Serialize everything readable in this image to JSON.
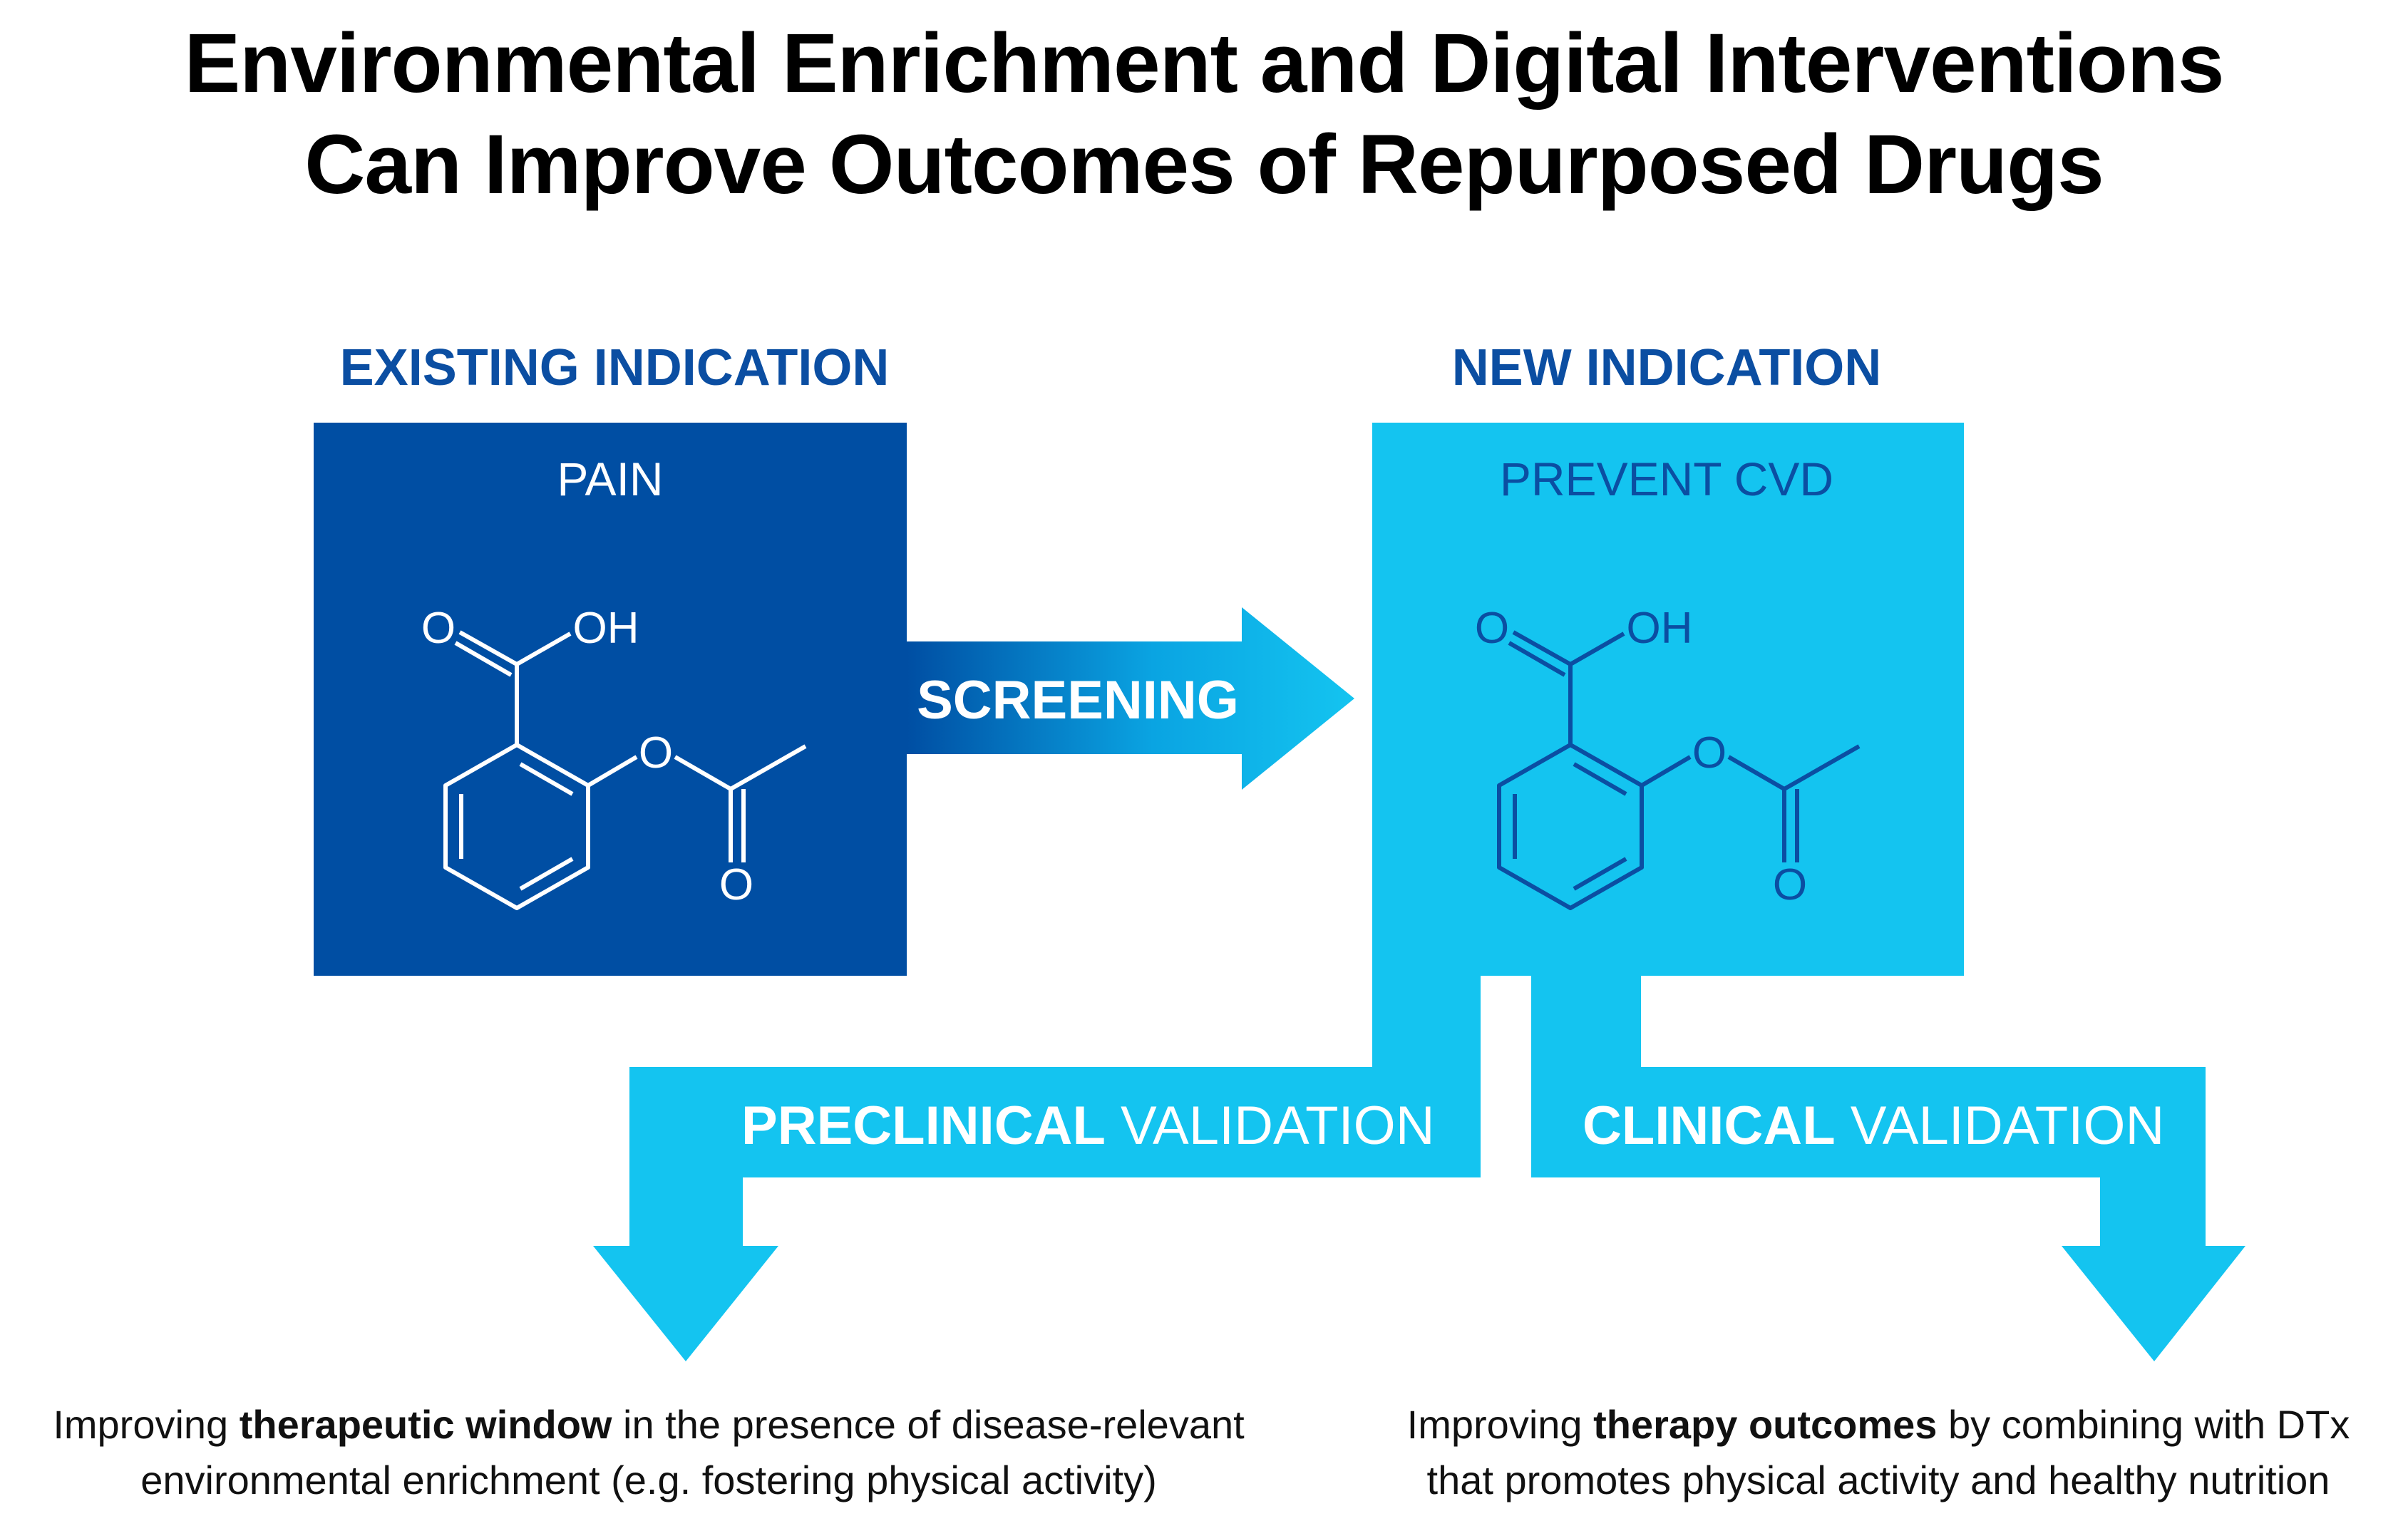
{
  "title": {
    "line1": "Environmental Enrichment and Digital Interventions",
    "line2": "Can Improve Outcomes of Repurposed Drugs"
  },
  "existing": {
    "header": "EXISTING INDICATION",
    "label": "PAIN",
    "color": "#004ea3",
    "text_color": "#ffffff"
  },
  "new": {
    "header": "NEW INDICATION",
    "label": "PREVENT CVD",
    "color": "#14c4f0",
    "text_color": "#0b4ea2"
  },
  "molecule": {
    "atom_o_top": "O",
    "atom_oh": "OH",
    "atom_o_ester": "O",
    "atom_o_bottom": "O"
  },
  "screening": {
    "label": "SCREENING"
  },
  "preclinical": {
    "bold": "PRECLINICAL",
    "rest": " VALIDATION"
  },
  "clinical": {
    "bold": "CLINICAL",
    "rest": " VALIDATION"
  },
  "caption_left": {
    "pre": "Improving ",
    "bold": "therapeutic window",
    "post": " in the presence of disease-relevant",
    "line2": "environmental enrichment (e.g. fostering physical activity)"
  },
  "caption_right": {
    "pre": "Improving ",
    "bold": "therapy outcomes",
    "post": " by combining with DTx",
    "line2": "that promotes physical activity and healthy nutrition"
  }
}
